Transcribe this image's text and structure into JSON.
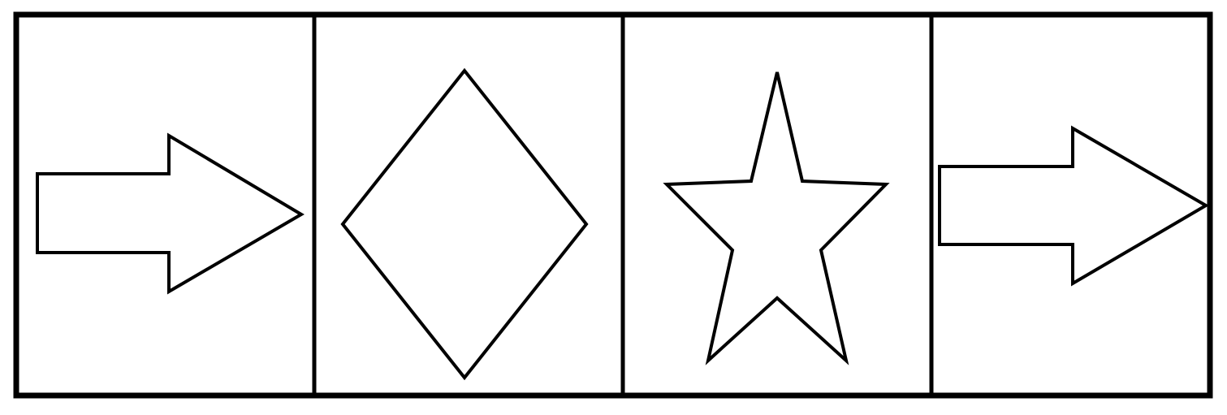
{
  "sequence": {
    "stroke_color": "#000000",
    "fill_color": "#ffffff",
    "panels": [
      {
        "shape": "arrow-right",
        "icon": "right-arrow-icon"
      },
      {
        "shape": "diamond",
        "icon": "diamond-icon"
      },
      {
        "shape": "star",
        "icon": "star-icon"
      },
      {
        "shape": "arrow-right",
        "icon": "right-arrow-icon"
      }
    ]
  }
}
